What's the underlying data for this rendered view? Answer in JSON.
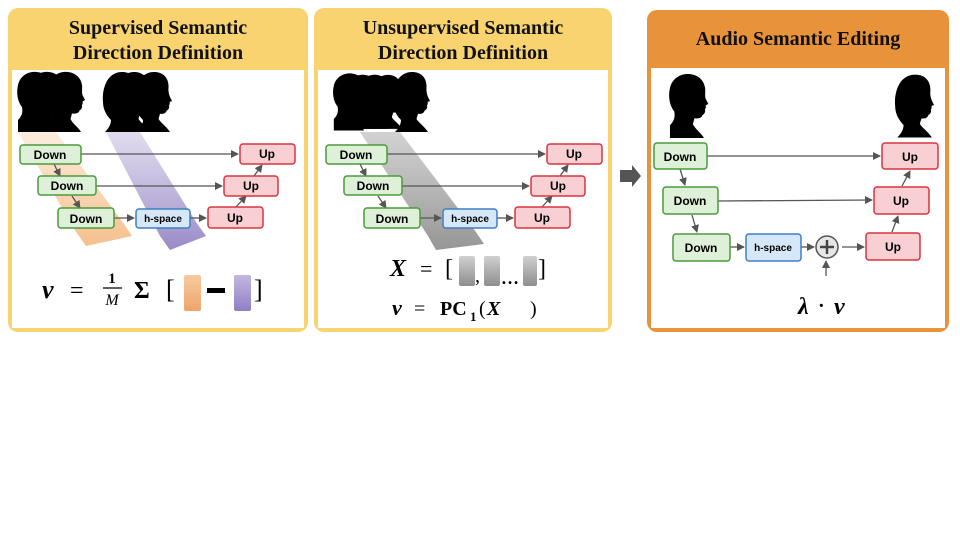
{
  "panels": {
    "supervised": {
      "title_line1": "Supervised Semantic",
      "title_line2": "Direction Definition",
      "bg": "#f8d370"
    },
    "unsupervised": {
      "title_line1": "Unsupervised Semantic",
      "title_line2": "Direction Definition",
      "bg": "#f8d370"
    },
    "editing": {
      "title": "Audio Semantic Editing",
      "bg": "#e8923a"
    }
  },
  "blocks": {
    "down": "Down",
    "up": "Up",
    "hspace": "h-space"
  },
  "colors": {
    "down_fill": "#dff0d8",
    "down_stroke": "#4a9a3a",
    "up_fill": "#f8d0d4",
    "up_stroke": "#d9333f",
    "h_fill": "#d6e8f7",
    "h_stroke": "#3f7fc4"
  }
}
